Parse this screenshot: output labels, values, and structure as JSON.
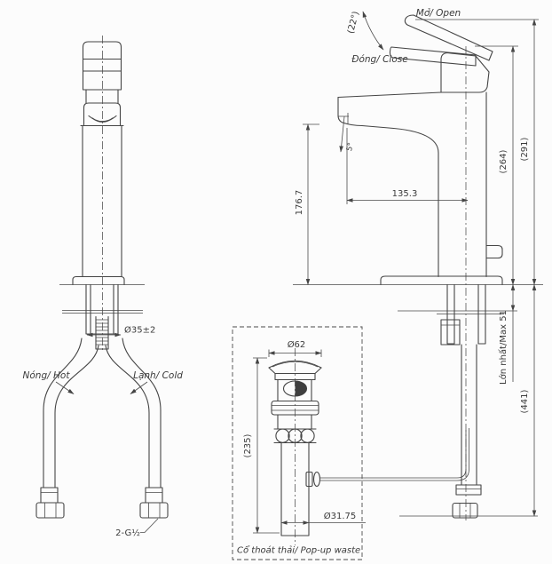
{
  "colors": {
    "line": "#454545",
    "background": "#fcfcfc"
  },
  "front_view": {
    "hot_label": "Nóng/ Hot",
    "cold_label": "Lạnh/ Cold",
    "connector_label": "2-G½",
    "shank_dim": "Ø35±2"
  },
  "side_view": {
    "open_label": "Mở/ Open",
    "close_label": "Đóng/ Close",
    "handle_angle": "(22°)",
    "flow_angle": "5°",
    "dim_reach": "135.3",
    "dim_outlet_height": "176.7",
    "dim_height_closed": "(264)",
    "dim_height_open": "(291)",
    "dim_under_counter": "(441)",
    "dim_max_counter": "Lớn nhất/Max 51"
  },
  "popup_view": {
    "dim_top_dia": "Ø62",
    "dim_length": "(235)",
    "dim_tail_dia": "Ø31.75",
    "caption": "Cổ thoát thải/ Pop-up waste"
  }
}
